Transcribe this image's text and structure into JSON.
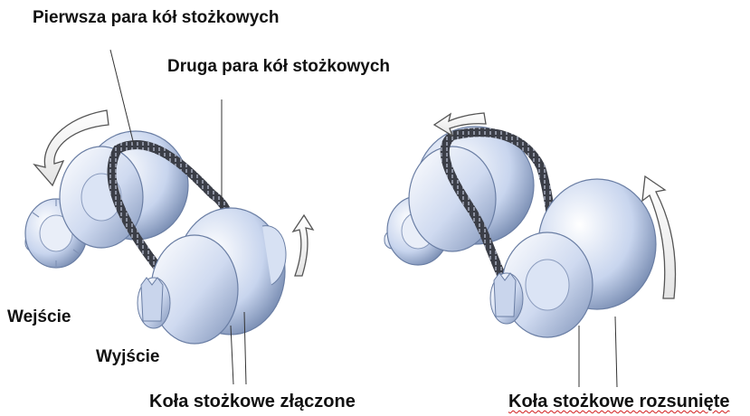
{
  "labels": {
    "first_pair": "Pierwsza para kół stożkowych",
    "second_pair": "Druga para kół stożkowych",
    "input": "Wejście",
    "output": "Wyjście",
    "cones_joined": "Koła stożkowe złączone",
    "cones_apart": "Koła stożkowe rozsunięte"
  },
  "colors": {
    "metal_light": "#f4f8ff",
    "metal_mid": "#b9c9e6",
    "metal_dark": "#5f7398",
    "belt": "#3b3e47",
    "spell_underline": "#d01c1c"
  },
  "icons": {
    "rotation_arrow": "curved-arrow-icon"
  }
}
